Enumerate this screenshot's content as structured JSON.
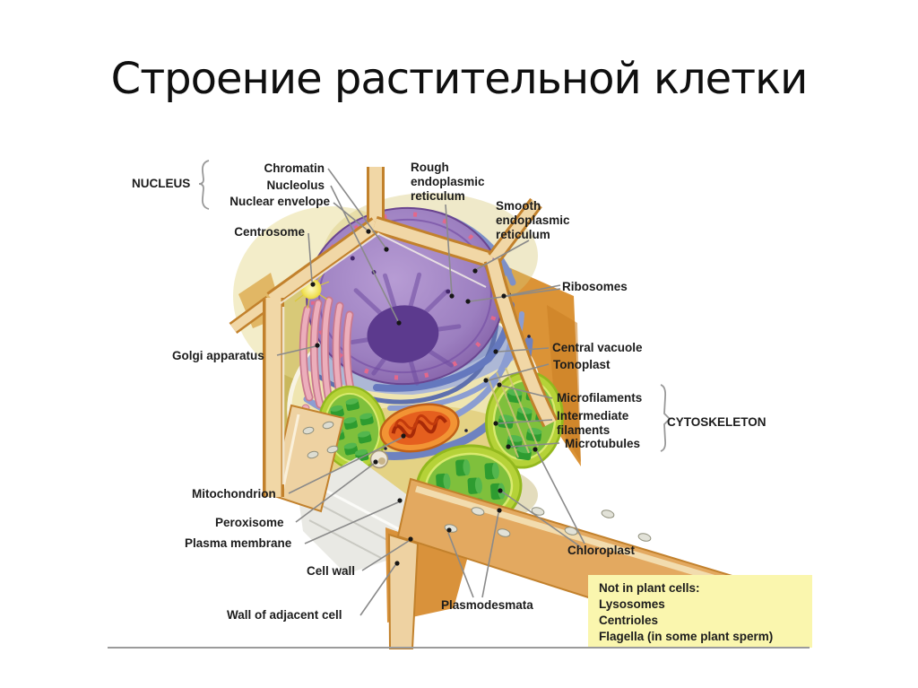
{
  "title": "Строение растительной клетки",
  "labels": {
    "nucleus_group": "NUCLEUS",
    "chromatin": "Chromatin",
    "nucleolus": "Nucleolus",
    "nuclear_envelope": "Nuclear envelope",
    "centrosome": "Centrosome",
    "rough_er": "Rough endoplasmic reticulum",
    "smooth_er": "Smooth endoplasmic reticulum",
    "ribosomes": "Ribosomes",
    "central_vacuole": "Central vacuole",
    "tonoplast": "Tonoplast",
    "microfilaments": "Microfilaments",
    "intermediate_filaments": "Intermediate filaments",
    "microtubules": "Microtubules",
    "cytoskeleton_group": "CYTOSKELETON",
    "golgi": "Golgi apparatus",
    "mitochondrion": "Mitochondrion",
    "peroxisome": "Peroxisome",
    "plasma_membrane": "Plasma membrane",
    "cell_wall": "Cell wall",
    "wall_adjacent": "Wall of adjacent cell",
    "plasmodesmata": "Plasmodesmata",
    "chloroplast": "Chloroplast"
  },
  "note_box": {
    "title": "Not in plant cells:",
    "items": [
      "Lysosomes",
      "Centrioles",
      "Flagella (in some plant sperm)"
    ]
  },
  "colors": {
    "title_text": "#0f0f0f",
    "label_text": "#1c1c1c",
    "note_bg": "#faf6ae",
    "cell_wall": "#f1d7a6",
    "cell_wall_edge": "#c2812c",
    "adjacent_cell": "#db9336",
    "cytoplasm": "#c9b75c",
    "nucleus": "#9c7fc0",
    "nucleolus": "#5c3a8e",
    "endoplasmic_reticulum": "#6e82c0",
    "vacuole": "#efe5b0",
    "vacuole_cloud": "#adb8d6",
    "chloroplast_outer": "#b5d238",
    "chloroplast_grana": "#2e9c30",
    "mitochondrion": "#f29434",
    "golgi": "#ecaebb",
    "centrosome": "#f5ed5a",
    "leader_line": "#8a8a8a"
  }
}
